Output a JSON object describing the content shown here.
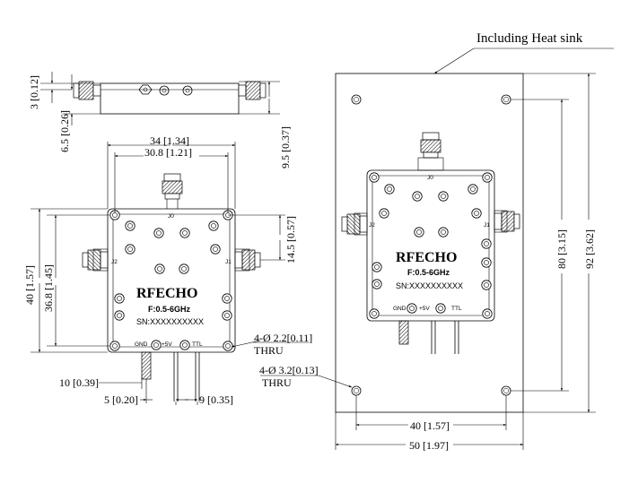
{
  "title": "Including Heat sink",
  "brand": "RFECHO",
  "freq": "F:0.5-6GHz",
  "sn": "SN:XXXXXXXXXX",
  "pins": {
    "j0": "J0",
    "j1": "J1",
    "j2": "J2",
    "gnd": "GND",
    "v5": "+5V",
    "ttl": "TTL"
  },
  "dims": {
    "d3": "3 [0.12]",
    "d65": "6.5 [0.26]",
    "d95": "9.5 [0.37]",
    "d34": "34 [1.34]",
    "d308": "30.8 [1.21]",
    "d145": "14.5 [0.57]",
    "d40v": "40 [1.57]",
    "d368": "36.8 [1.45]",
    "hole1": "4-Ø 2.2[0.11]",
    "thru1": "THRU",
    "d10": "10 [0.39]",
    "d5": "5 [0.20]",
    "d9": "9 [0.35]",
    "hole2": "4-Ø 3.2[0.13]",
    "thru2": "THRU",
    "d40h": "40 [1.57]",
    "d50": "50 [1.97]",
    "d80": "80 [3.15]",
    "d92": "92 [3.62]"
  }
}
